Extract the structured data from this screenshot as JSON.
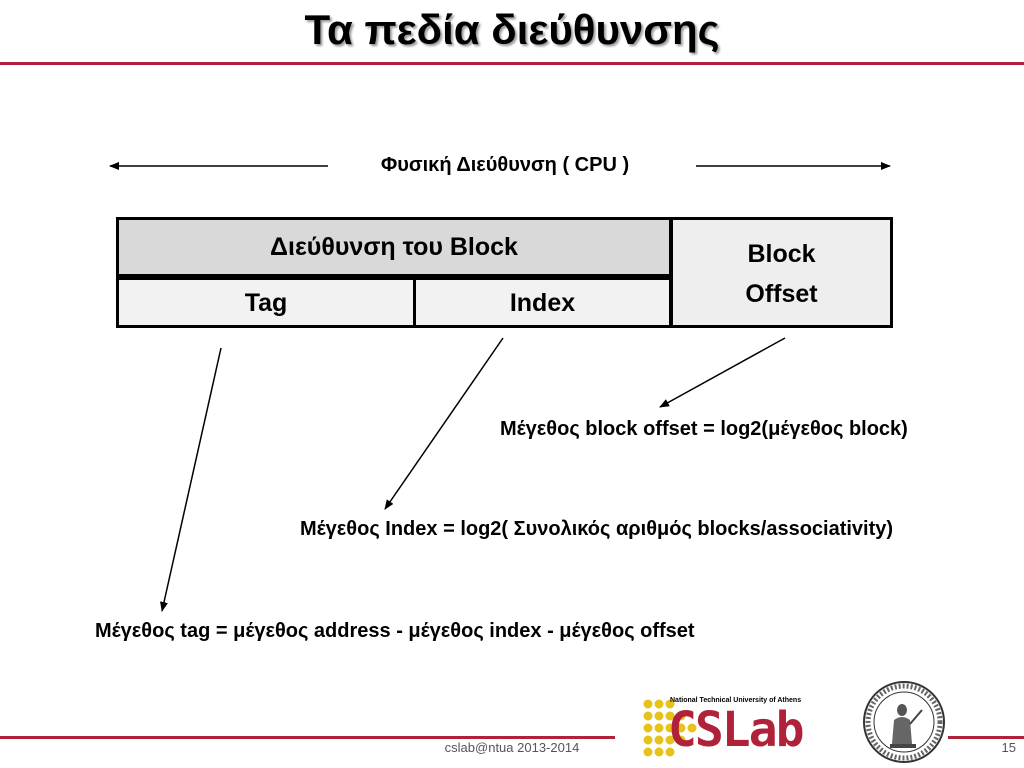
{
  "title": "Τα πεδία διεύθυνσης",
  "physical_address_label": "Φυσική Διεύθυνση ( CPU )",
  "fields": {
    "block_address": "Διεύθυνση του Block",
    "tag": "Tag",
    "index": "Index",
    "block_offset_line1": "Block",
    "block_offset_line2": "Offset"
  },
  "formulas": {
    "offset_size": "Μέγεθος block offset  = log2(μέγεθος block)",
    "index_size": "Μέγεθος Index  = log2( Συνολικός αριθμός blocks/associativity)",
    "tag_size": "Μέγεθος tag = μέγεθος address - μέγεθος index - μέγεθος offset"
  },
  "footer": {
    "text": "cslab@ntua 2013-2014",
    "page_number": "15"
  },
  "logo": {
    "university": "National Technical University of Athens",
    "wordmark": "CSLab"
  },
  "colors": {
    "accent": "#b0213a",
    "dots": "#e6c21a"
  }
}
